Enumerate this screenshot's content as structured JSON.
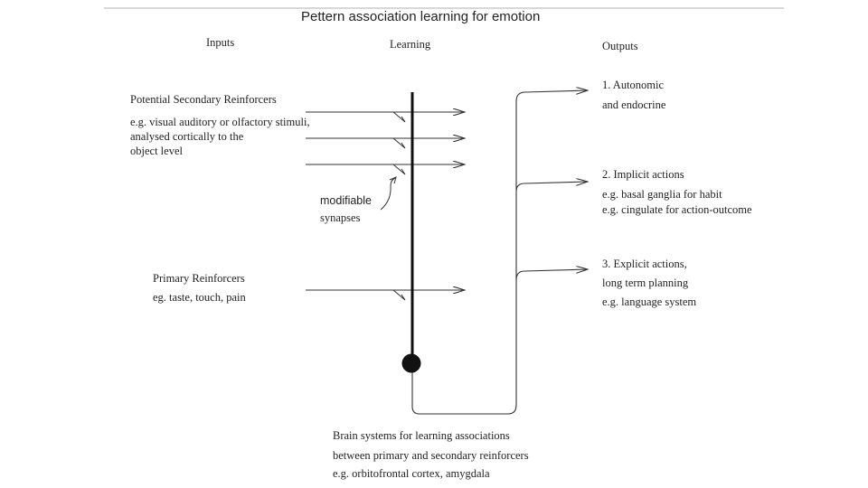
{
  "title": "Pettern association learning for emotion",
  "headers": {
    "inputs": "Inputs",
    "learning": "Learning",
    "outputs": "Outputs"
  },
  "inputs": {
    "secondary": {
      "heading": "Potential Secondary Reinforcers",
      "line1": "e.g. visual auditory or olfactory stimuli,",
      "line2": "analysed cortically to the",
      "line3": "object level"
    },
    "primary": {
      "heading": "Primary Reinforcers",
      "line1": "eg. taste, touch, pain"
    }
  },
  "synapse_label": {
    "line1": "modifiable",
    "line2": "synapses"
  },
  "outputs": [
    {
      "line1": "1. Autonomic",
      "line2": "and endocrine"
    },
    {
      "line1": "2. Implicit actions",
      "line2": "e.g. basal ganglia for habit",
      "line3": "e.g. cingulate for action-outcome"
    },
    {
      "line1": "3. Explicit actions,",
      "line2": "long term planning",
      "line3": "e.g. language system"
    }
  ],
  "brain": {
    "line1": "Brain systems for learning associations",
    "line2": "between primary and secondary reinforcers",
    "line3": "e.g.  orbitofrontal cortex,  amygdala"
  }
}
